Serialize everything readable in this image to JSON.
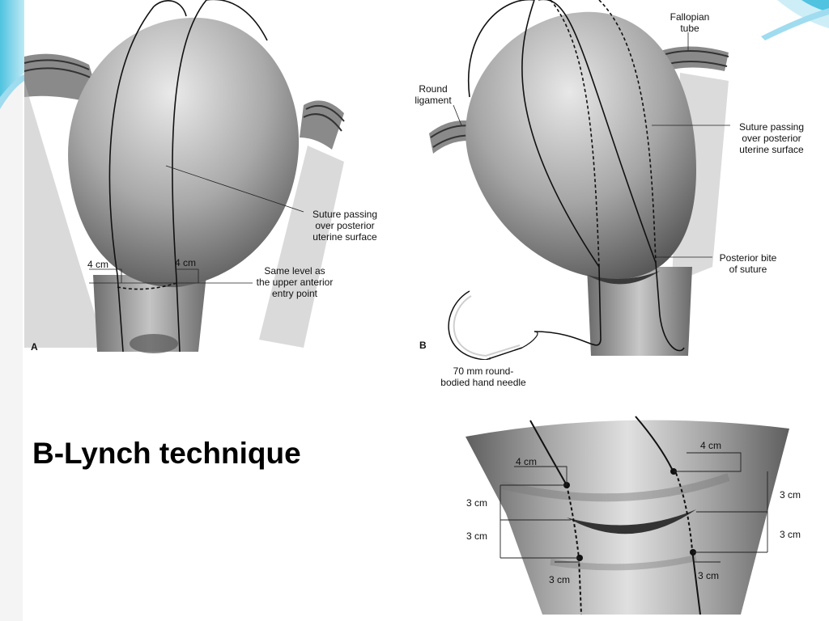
{
  "slide": {
    "title": "B-Lynch technique",
    "accent_colors": [
      "#4fc3e0",
      "#9fdcef"
    ]
  },
  "figure_a": {
    "letter": "A",
    "labels": {
      "suture_posterior": "Suture passing\nover posterior\nuterine surface",
      "left_4cm": "4 cm",
      "right_4cm": "4 cm",
      "same_level": "Same level as\nthe upper anterior\nentry point"
    }
  },
  "figure_b": {
    "letter": "B",
    "labels": {
      "fallopian_tube": "Fallopian\ntube",
      "round_ligament": "Round\nligament",
      "suture_posterior": "Suture passing\nover posterior\nuterine surface",
      "posterior_bite": "Posterior bite\nof suture",
      "needle": "70 mm round-\nbodied hand needle"
    }
  },
  "figure_c": {
    "labels": {
      "top_left_4cm": "4 cm",
      "top_right_4cm": "4 cm",
      "left_upper_3cm": "3 cm",
      "left_lower_3cm": "3 cm",
      "right_upper_3cm": "3 cm",
      "right_lower_3cm": "3 cm",
      "bottom_left_3cm": "3 cm",
      "bottom_right_3cm": "3 cm"
    }
  }
}
